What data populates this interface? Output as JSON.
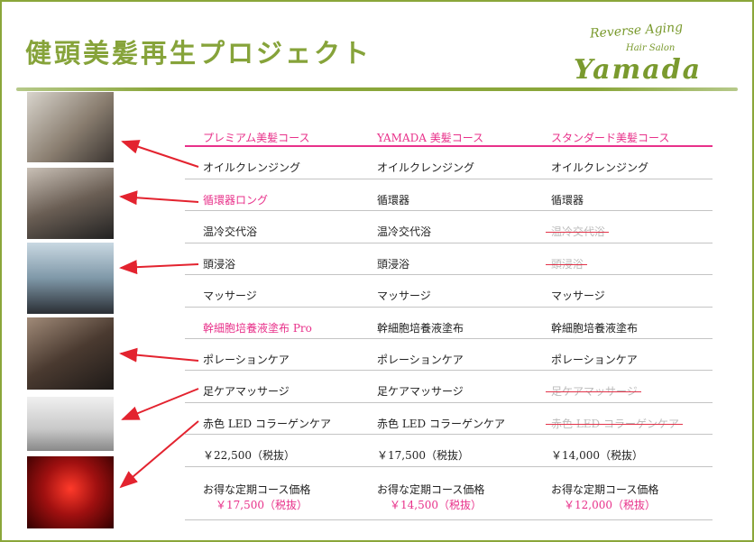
{
  "title": "健頭美髪再生プロジェクト",
  "logo": {
    "line1": "Reverse Aging",
    "line2": "Hair Salon",
    "line3": "Yamada"
  },
  "columns": [
    "プレミアム美髪コース",
    "YAMADA 美髪コース",
    "スタンダード美髪コース"
  ],
  "rows": [
    {
      "cells": [
        {
          "t": "オイルクレンジング"
        },
        {
          "t": "オイルクレンジング"
        },
        {
          "t": "オイルクレンジング"
        }
      ]
    },
    {
      "cells": [
        {
          "t": "循環器ロング",
          "pink": true
        },
        {
          "t": "循環器"
        },
        {
          "t": "循環器"
        }
      ]
    },
    {
      "cells": [
        {
          "t": "温冷交代浴"
        },
        {
          "t": "温冷交代浴"
        },
        {
          "t": "温冷交代浴",
          "strike": true
        }
      ]
    },
    {
      "cells": [
        {
          "t": "頭浸浴"
        },
        {
          "t": "頭浸浴"
        },
        {
          "t": "頭浸浴",
          "strike": true
        }
      ]
    },
    {
      "cells": [
        {
          "t": "マッサージ"
        },
        {
          "t": "マッサージ"
        },
        {
          "t": "マッサージ"
        }
      ]
    },
    {
      "cells": [
        {
          "t": "幹細胞培養液塗布 Pro",
          "pink": true
        },
        {
          "t": "幹細胞培養液塗布"
        },
        {
          "t": "幹細胞培養液塗布"
        }
      ]
    },
    {
      "cells": [
        {
          "t": "ポレーションケア"
        },
        {
          "t": "ポレーションケア"
        },
        {
          "t": "ポレーションケア"
        }
      ]
    },
    {
      "cells": [
        {
          "t": "足ケアマッサージ"
        },
        {
          "t": "足ケアマッサージ"
        },
        {
          "t": "足ケアマッサージ",
          "strike": true
        }
      ]
    },
    {
      "cells": [
        {
          "t": "赤色 LED コラーゲンケア"
        },
        {
          "t": "赤色 LED コラーゲンケア"
        },
        {
          "t": "赤色 LED コラーゲンケア",
          "strike": true
        }
      ]
    },
    {
      "cells": [
        {
          "t": "￥22,500（税抜）"
        },
        {
          "t": "￥17,500（税抜）"
        },
        {
          "t": "￥14,000（税抜）"
        }
      ]
    }
  ],
  "subscription": {
    "label": "お得な定期コース価格",
    "prices": [
      "￥17,500（税抜）",
      "￥14,500（税抜）",
      "￥12,000（税抜）"
    ]
  },
  "colors": {
    "accent": "#86a33a",
    "pink": "#e8318a",
    "arrow": "#e3232f"
  }
}
